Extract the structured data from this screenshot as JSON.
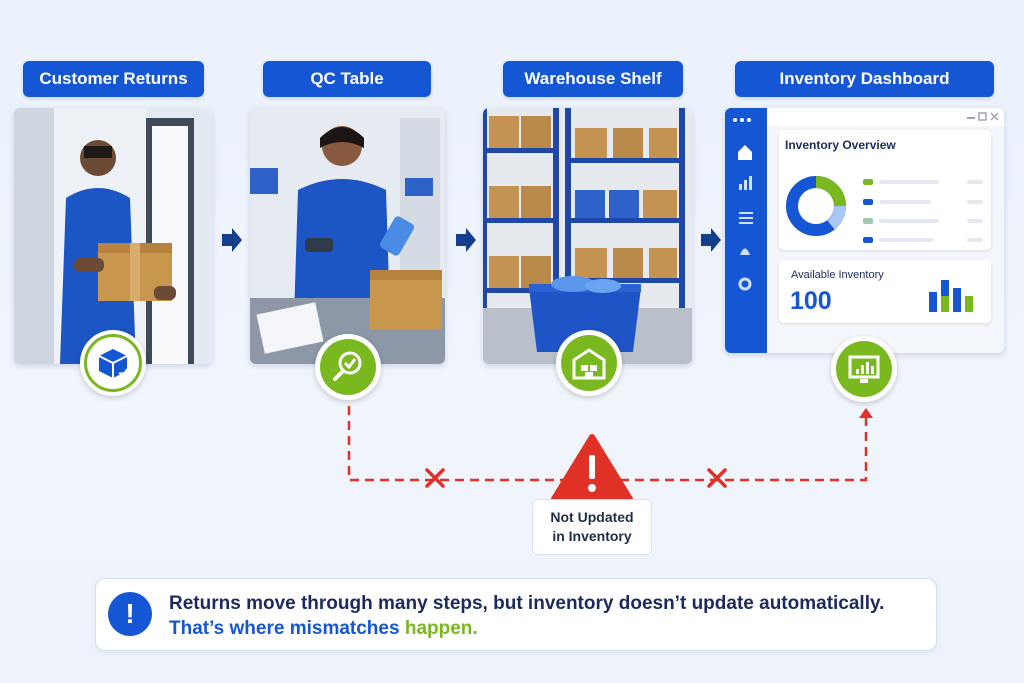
{
  "stages": [
    {
      "label": "Customer Returns"
    },
    {
      "label": "QC Table"
    },
    {
      "label": "Warehouse Shelf"
    },
    {
      "label": "Inventory Dashboard"
    }
  ],
  "dashboard": {
    "overview_title": "Inventory Overview",
    "available_label": "Available Inventory",
    "available_value": "100"
  },
  "warning": {
    "line1": "Not Updated",
    "line2": "in Inventory"
  },
  "footer": {
    "icon": "!",
    "line1": "Returns move through many steps, but inventory doesn’t update automatically.",
    "line2_a": "That’s where mismatches",
    "line2_b": "happen."
  },
  "colors": {
    "brand_blue": "#1556d4",
    "accent_green": "#79b81e",
    "alert_red": "#e03127"
  },
  "icons": [
    "box-return-icon",
    "magnifier-check-icon",
    "warehouse-icon",
    "monitor-chart-icon",
    "warning-icon",
    "cross-icon",
    "arrow-right-icon",
    "info-icon"
  ]
}
